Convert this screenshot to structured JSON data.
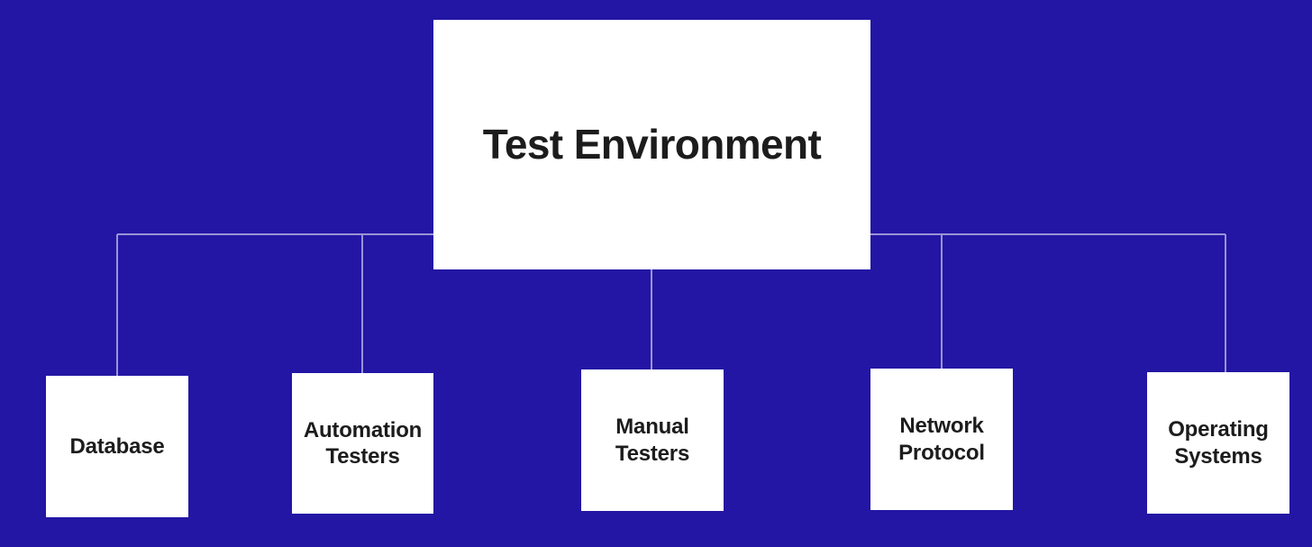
{
  "diagram": {
    "type": "tree",
    "orientation": "top-down",
    "title": "Test Environment",
    "background_color": "#2316a4",
    "node_fill_color": "#ffffff",
    "node_text_color": "#1c1c1c",
    "connector_color": "#9a93d6",
    "root": {
      "label": "Test Environment"
    },
    "children": [
      {
        "label": "Database"
      },
      {
        "label": "Automation\nTesters"
      },
      {
        "label": "Manual\nTesters"
      },
      {
        "label": "Network\nProtocol"
      },
      {
        "label": "Operating\nSystems"
      }
    ]
  }
}
